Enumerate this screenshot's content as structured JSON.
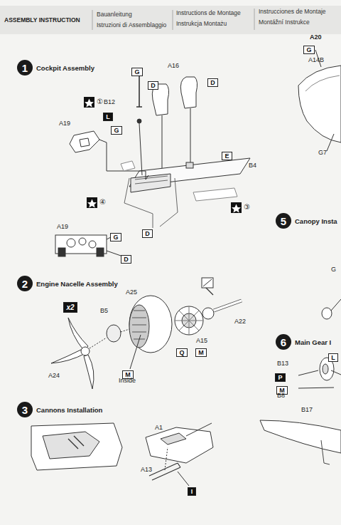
{
  "diagram": {
    "title": "ASSEMBLY INSTRUCTION",
    "nodes": [
      {
        "text": [
          "1",
          "Cockpit Assembly"
        ]
      },
      {
        "text": [
          "G"
        ]
      },
      {
        "text": [
          "D"
        ]
      },
      {
        "text": [
          "D"
        ]
      },
      {
        "text": [
          "L"
        ]
      },
      {
        "text": [
          "G"
        ]
      },
      {
        "text": [
          "E"
        ]
      },
      {
        "text": [
          "D"
        ]
      },
      {
        "text": [
          "G"
        ]
      },
      {
        "text": [
          "D"
        ]
      },
      {
        "text": [
          "2",
          "Engine Nacelle Assembly"
        ]
      },
      {
        "text": [
          "x2"
        ]
      },
      {
        "text": [
          "Q"
        ]
      },
      {
        "text": [
          "M"
        ]
      },
      {
        "text": [
          "M"
        ]
      },
      {
        "text": [
          "3",
          "Cannons Installation"
        ]
      },
      {
        "text": [
          "I"
        ]
      },
      {
        "text": [
          "G"
        ]
      },
      {
        "text": [
          "5",
          "Canopy Insta"
        ]
      },
      {
        "text": [
          "6",
          "Main Gear I"
        ]
      },
      {
        "text": [
          "L"
        ]
      },
      {
        "text": [
          "P"
        ]
      },
      {
        "text": [
          "M"
        ]
      }
    ],
    "labels": [
      "Bauanleitung",
      "Istruzioni di Assemblaggio",
      "Instructions de Montage",
      "Instrukcja Montażu",
      "Instrucciones de Montaje",
      "Montážní Instrukce",
      "A20",
      "A14B",
      "G7",
      "A16",
      "B12",
      "A19",
      "B4",
      "①",
      "④",
      "③",
      "A19",
      "A25",
      "B5",
      "A22",
      "A15",
      "A24",
      "Inside",
      "A1",
      "A13",
      "G",
      "B13",
      "B8",
      "B17"
    ]
  }
}
